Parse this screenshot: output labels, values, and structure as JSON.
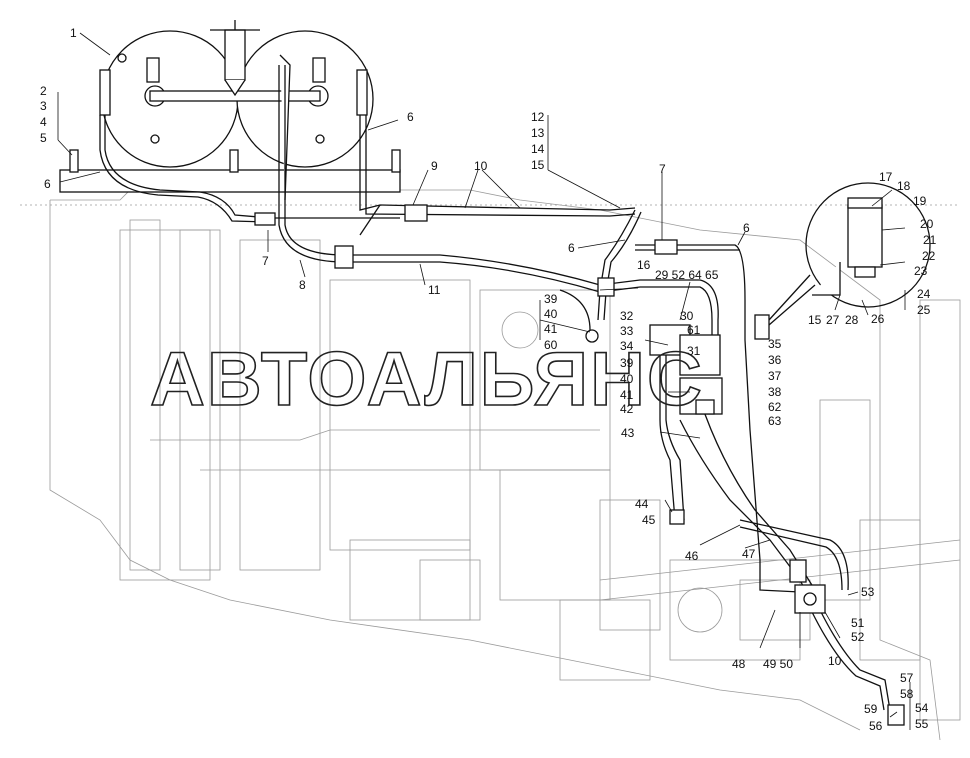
{
  "watermark": "АВТОАЛЬЯНС",
  "labels": [
    "1",
    "2",
    "3",
    "4",
    "5",
    "6",
    "6",
    "6",
    "6",
    "7",
    "7",
    "8",
    "9",
    "10",
    "10",
    "11",
    "12",
    "13",
    "14",
    "15",
    "15",
    "16",
    "17",
    "18",
    "19",
    "20",
    "21",
    "22",
    "23",
    "24",
    "25",
    "26",
    "27",
    "28",
    "29",
    "30",
    "31",
    "32",
    "33",
    "34",
    "35",
    "36",
    "37",
    "38",
    "39",
    "40",
    "41",
    "42",
    "43",
    "44",
    "45",
    "46",
    "47",
    "48",
    "49",
    "50",
    "51",
    "52",
    "53",
    "54",
    "55",
    "56",
    "57",
    "58",
    "59",
    "60",
    "61",
    "62",
    "63",
    "64",
    "65",
    "39",
    "40",
    "41",
    "29 52 64 65",
    "49 50"
  ]
}
